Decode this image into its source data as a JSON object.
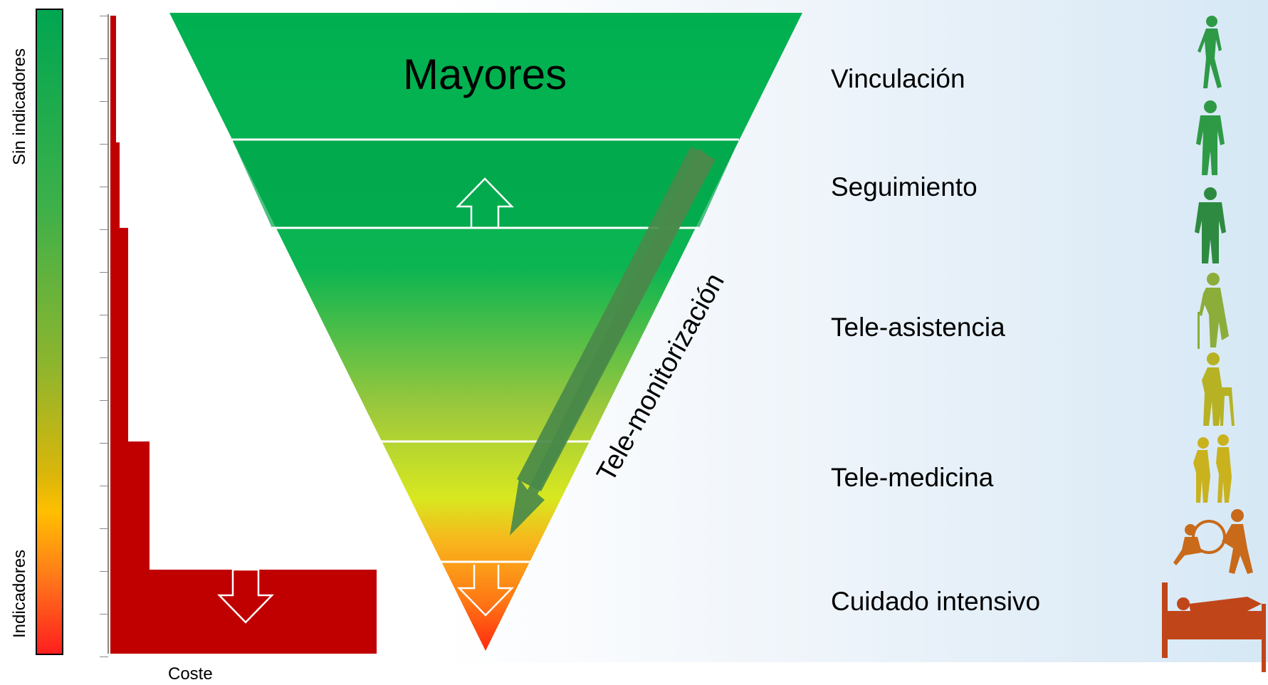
{
  "color_scale": {
    "top_label": "Sin indicadores",
    "bottom_label": "Indicadores",
    "top_color": "#00a651",
    "mid_color": "#ffbf00",
    "bottom_color": "#ff1e1e"
  },
  "cost_chart": {
    "axis_label": "Coste",
    "bar_color": "#c00000",
    "arrow_direction": "down"
  },
  "pyramid": {
    "title": "Mayores",
    "arrows": [
      "up-arrow",
      "down-arrow"
    ],
    "diagonal_arrow_label": "Tele-monitorización",
    "diagonal_arrow_color": "#4a8a4a"
  },
  "levels": [
    {
      "label": "Vinculación",
      "icon": "walking-person-icon",
      "color": "#2e9a46"
    },
    {
      "label": "Seguimiento",
      "icon": "standing-person-icon",
      "color": "#2e9a46"
    },
    {
      "label": "Tele-asistencia",
      "icon": "person-with-cane-icon",
      "color": "#8cad3a"
    },
    {
      "label": "Tele-medicina",
      "icon": "person-with-walker-icon",
      "color": "#c9b21e"
    },
    {
      "label": "Cuidado intensivo",
      "icon": "wheelchair-and-bed-icon",
      "color": "#c0461a"
    }
  ]
}
